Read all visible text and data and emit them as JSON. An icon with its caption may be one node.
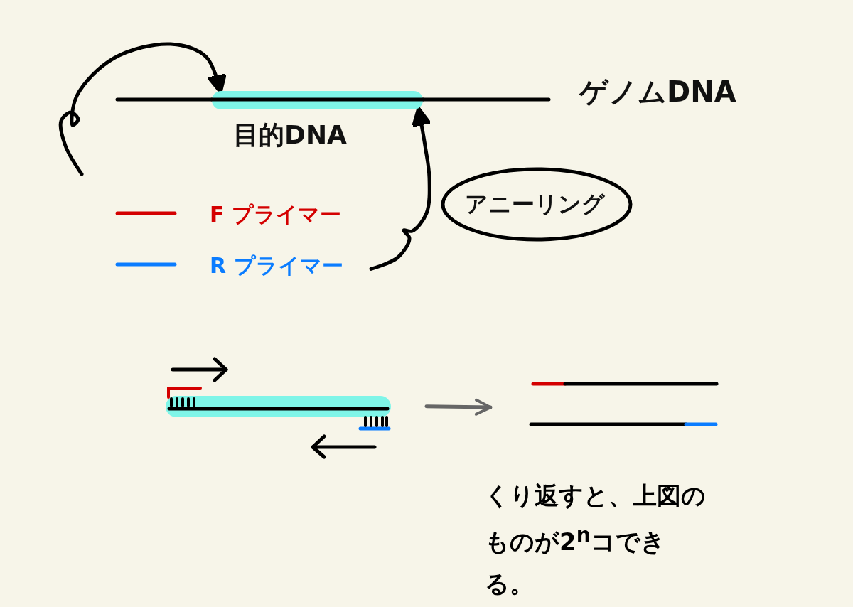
{
  "diagram": {
    "nodes": [
      {
        "text": [],
        "shape": "bar",
        "beside": [
          "ゲノムDNA"
        ]
      },
      {
        "text": [],
        "shape": "bar",
        "in": 0,
        "beside": [
          "目的DNA"
        ]
      },
      {
        "text": [
          "F プライマー"
        ]
      },
      {
        "text": [
          "R プライマー"
        ]
      },
      {
        "text": [
          "アニーリング"
        ]
      },
      {
        "text": [],
        "shape": "bar"
      },
      {
        "text": [],
        "shape": "bar"
      }
    ],
    "edges": [
      {
        "from": null,
        "to": 1,
        "arrow": "to"
      },
      {
        "from": 3,
        "to": 1,
        "arrow": "to"
      },
      {
        "from": 5,
        "to": 6,
        "arrow": "to",
        "color": "#666666"
      }
    ],
    "labels": [
      "くり返すと、上図のものが2$^{n}$コできる。"
    ]
  }
}
